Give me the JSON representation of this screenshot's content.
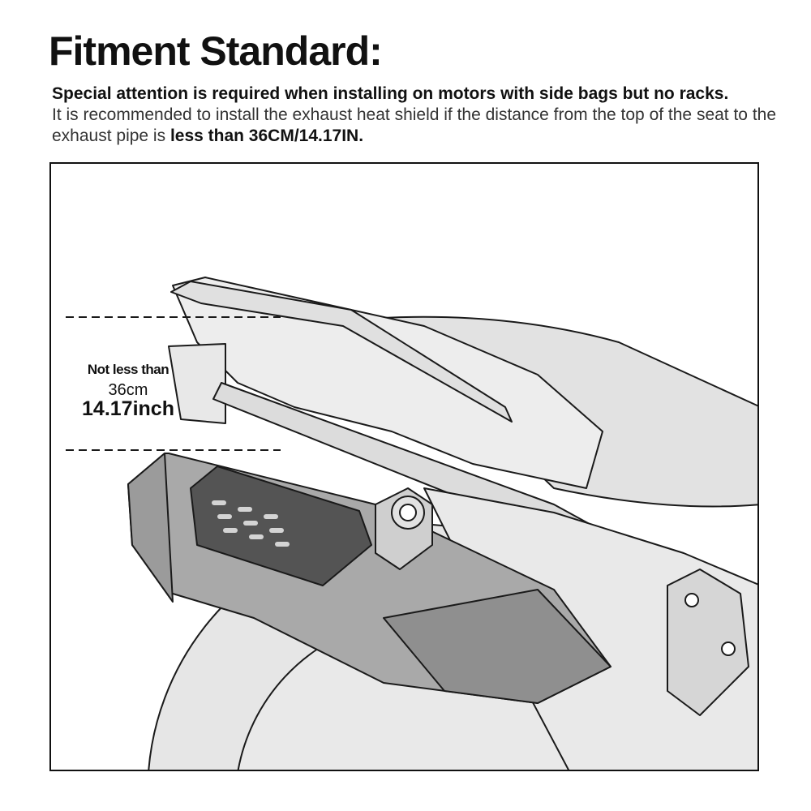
{
  "header": {
    "title": "Fitment Standard:",
    "line1": "Special attention is required when installing on motors with side bags but no racks.",
    "line2_pre": "It is recommended to install the exhaust heat shield if the distance from the top of the seat to the exhaust pipe is ",
    "line2_bold": "less than 36CM/14.17IN."
  },
  "diagram": {
    "label_not_less": "Not less than",
    "label_cm": "36cm",
    "label_inch": "14.17inch"
  },
  "colors": {
    "line": "#1a1a1a",
    "body_fill": "#ececec",
    "muffler_mid": "#a9a9a9",
    "muffler_dark": "#8f8f8f",
    "heat_shield": "#545454"
  }
}
